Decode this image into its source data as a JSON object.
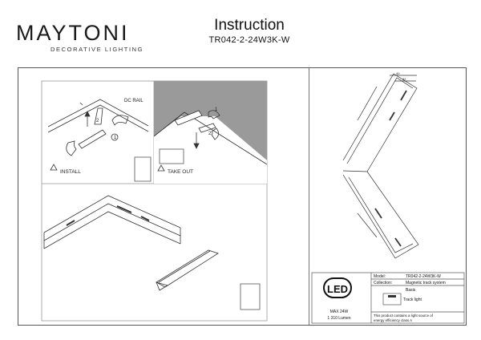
{
  "brand": {
    "name": "MAYTONI",
    "tagline": "DECORATIVE LIGHTING"
  },
  "header": {
    "title": "Instruction",
    "model": "TR042-2-24W3K-W"
  },
  "steps": {
    "dc_rail": "DC RAIL",
    "install": "INSTALL",
    "take_out": "TAKE OUT",
    "num1": "1",
    "num2": "2",
    "num2b": "2",
    "num1b": "1"
  },
  "dimensions": {
    "top_width": "40",
    "top_width2": "32"
  },
  "info": {
    "led": "LED",
    "max_power": "MAX 24W",
    "lumen": "1 310 Lumen",
    "model_label": "Model:",
    "model_value": "TR042-2-24W3K-W",
    "collection_label": "Collection:",
    "collection_value": "Magnetic track system",
    "collection_sub": "Basis",
    "type_value": "Track light",
    "energy_note_1": "This product contains a light source of",
    "energy_note_2": "energy efficiency class A"
  },
  "colors": {
    "line": "#333333",
    "wall_gray": "#9a9a9a"
  }
}
